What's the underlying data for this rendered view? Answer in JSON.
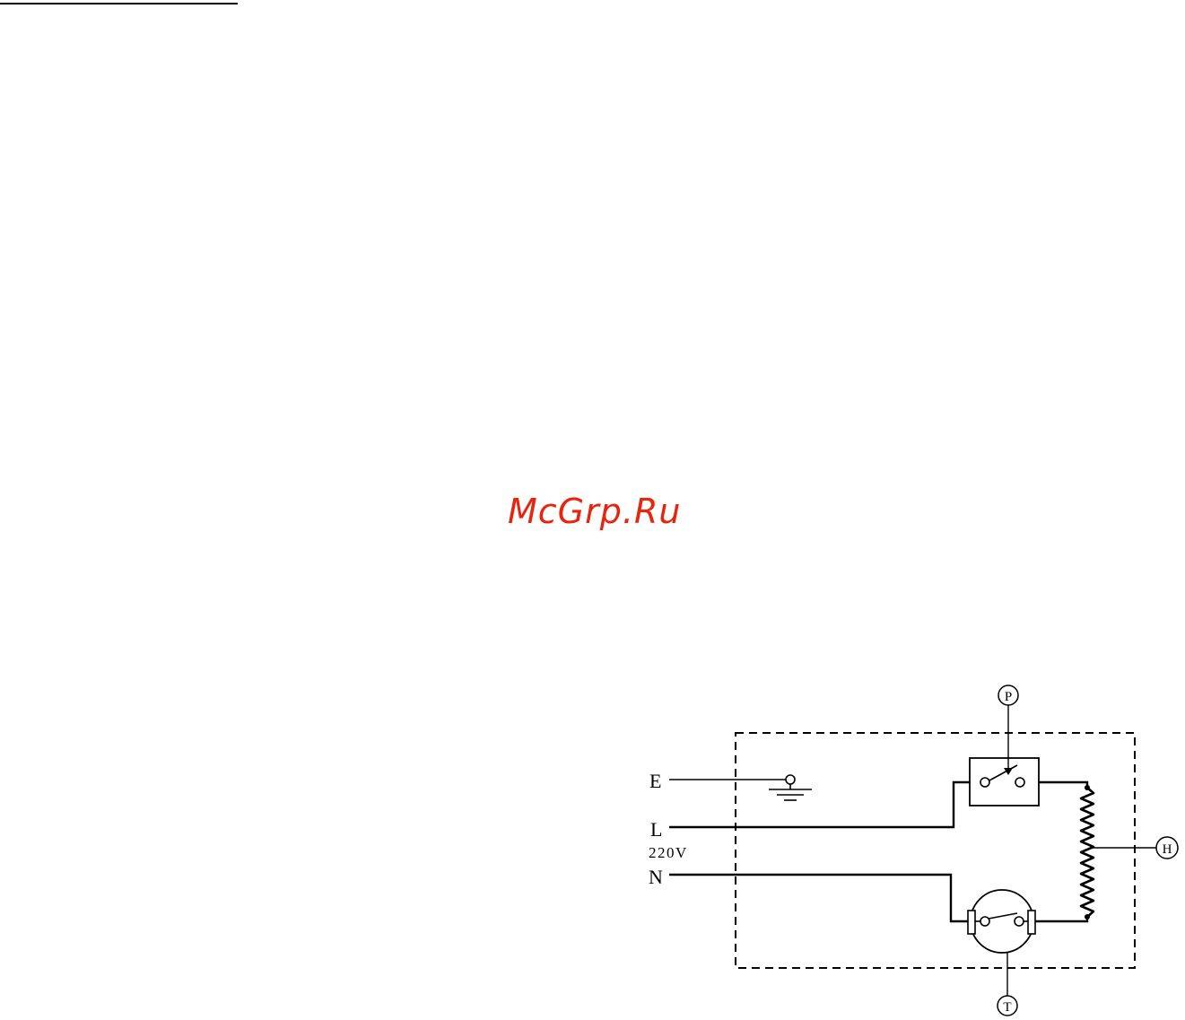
{
  "watermark": {
    "text": "McGrp.Ru",
    "color": "#e8240c"
  },
  "diagram": {
    "terminals": {
      "earth": "E",
      "line": "L",
      "neutral": "N"
    },
    "voltage_label": "220V",
    "components": {
      "pressure_switch": "P",
      "thermostat": "T",
      "heater": "H"
    },
    "line_color": "#000000"
  }
}
